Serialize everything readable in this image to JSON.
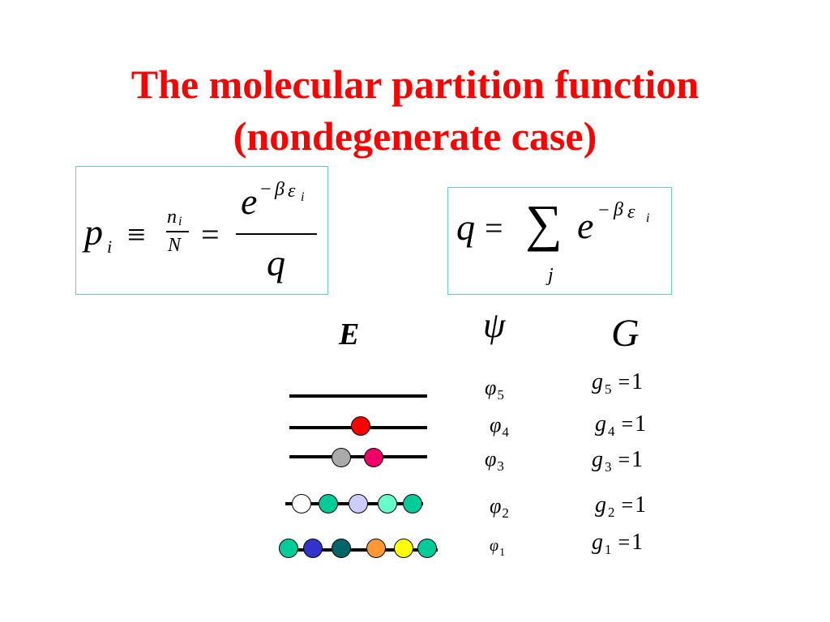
{
  "slide": {
    "title_line1": "The molecular partition function",
    "title_line2": "(nondegenerate case)"
  },
  "formula1": {
    "p": "p",
    "p_sub": "i",
    "equiv": "≡",
    "n": "n",
    "n_sub": "i",
    "N": "N",
    "eq": "=",
    "e": "e",
    "exponent_minus": "−",
    "exponent_beta": "β",
    "exponent_eps": "ε",
    "exponent_sub": "i",
    "q": "q"
  },
  "formula2": {
    "q": "q",
    "eq": "=",
    "sum": "∑",
    "sum_index": "j",
    "e": "e",
    "exponent_minus": "−",
    "exponent_beta": "β",
    "exponent_eps": "ε",
    "exponent_sub": "i"
  },
  "headers": {
    "energy": "E",
    "psi": "ψ",
    "degeneracy": "G"
  },
  "levels": [
    {
      "phi": "φ",
      "phi_sub": "5",
      "g": "g",
      "g_sub": "5",
      "eq": "=",
      "value": "1"
    },
    {
      "phi": "φ",
      "phi_sub": "4",
      "g": "g",
      "g_sub": "4",
      "eq": "=",
      "value": "1"
    },
    {
      "phi": "φ",
      "phi_sub": "3",
      "g": "g",
      "g_sub": "3",
      "eq": "=",
      "value": "1"
    },
    {
      "phi": "φ",
      "phi_sub": "2",
      "g": "g",
      "g_sub": "2",
      "eq": "=",
      "value": "1"
    },
    {
      "phi": "φ",
      "phi_sub": "1",
      "g": "g",
      "g_sub": "1",
      "eq": "=",
      "value": "1"
    }
  ],
  "ball_colors": {
    "level4": [
      "#ff0000"
    ],
    "level3": [
      "#aaaaaa",
      "#ee0066"
    ],
    "level2": [
      "#ffffff",
      "#00cc99",
      "#ccccff",
      "#66ffcc",
      "#00cc99"
    ],
    "level1": [
      "#00cc99",
      "#3333cc",
      "#006666",
      "#ff9933",
      "#ffff00",
      "#00cc99"
    ]
  }
}
